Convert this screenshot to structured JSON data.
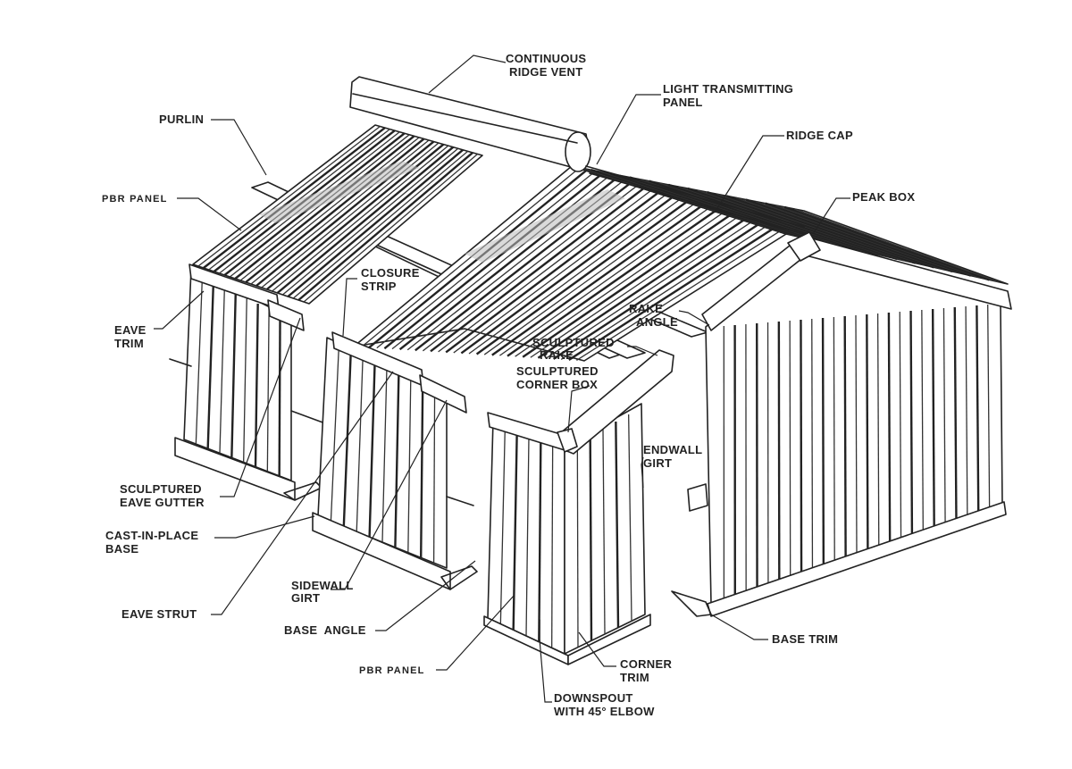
{
  "labels": {
    "continuous_ridge_vent": [
      "CONTINUOUS",
      "RIDGE VENT"
    ],
    "light_transmitting_panel": [
      "LIGHT TRANSMITTING",
      "PANEL"
    ],
    "ridge_cap": [
      "RIDGE CAP"
    ],
    "peak_box": [
      "PEAK BOX"
    ],
    "purlin": [
      "PURLIN"
    ],
    "pbr_panel_roof": [
      "PBR PANEL"
    ],
    "closure_strip": [
      "CLOSURE",
      "STRIP"
    ],
    "rake_angle": [
      "RAKE",
      "ANGLE"
    ],
    "eave_trim": [
      "EAVE",
      "TRIM"
    ],
    "sculptured_rake": [
      "SCULPTURED",
      "RAKE"
    ],
    "sculptured_corner_box": [
      "SCULPTURED",
      "CORNER BOX"
    ],
    "endwall_girt": [
      "ENDWALL",
      "GIRT"
    ],
    "sculptured_eave_gutter": [
      "SCULPTURED",
      "EAVE GUTTER"
    ],
    "cast_in_place_base": [
      "CAST-IN-PLACE",
      "BASE"
    ],
    "sidewall_girt": [
      "SIDEWALL",
      "GIRT"
    ],
    "eave_strut": [
      "EAVE STRUT"
    ],
    "base_angle": [
      "BASE  ANGLE"
    ],
    "base_trim": [
      "BASE TRIM"
    ],
    "pbr_panel_wall": [
      "PBR PANEL"
    ],
    "corner_trim": [
      "CORNER",
      "TRIM"
    ],
    "downspout_with_elbow": [
      "DOWNSPOUT",
      "WITH 45° ELBOW"
    ]
  }
}
